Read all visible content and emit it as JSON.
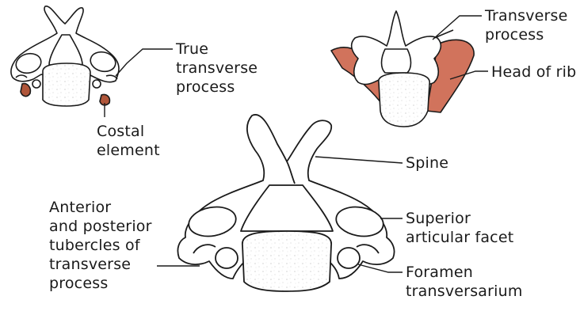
{
  "colors": {
    "line": "#1a1a1a",
    "bone": "#ffffff",
    "rib": "#d1735c",
    "costal": "#b0563a",
    "body_texture": "#b8b8b8"
  },
  "labels": {
    "true_transverse": [
      "True",
      "transverse",
      "process"
    ],
    "costal_element": [
      "Costal",
      "element"
    ],
    "transverse_process": [
      "Transverse",
      "process"
    ],
    "head_of_rib": "Head of rib",
    "spine": "Spine",
    "anterior_posterior": [
      "Anterior",
      "and posterior",
      "tubercles of",
      "transverse",
      "process"
    ],
    "superior_facet": [
      "Superior",
      "articular facet"
    ],
    "foramen": [
      "Foramen",
      "transversarium"
    ]
  }
}
